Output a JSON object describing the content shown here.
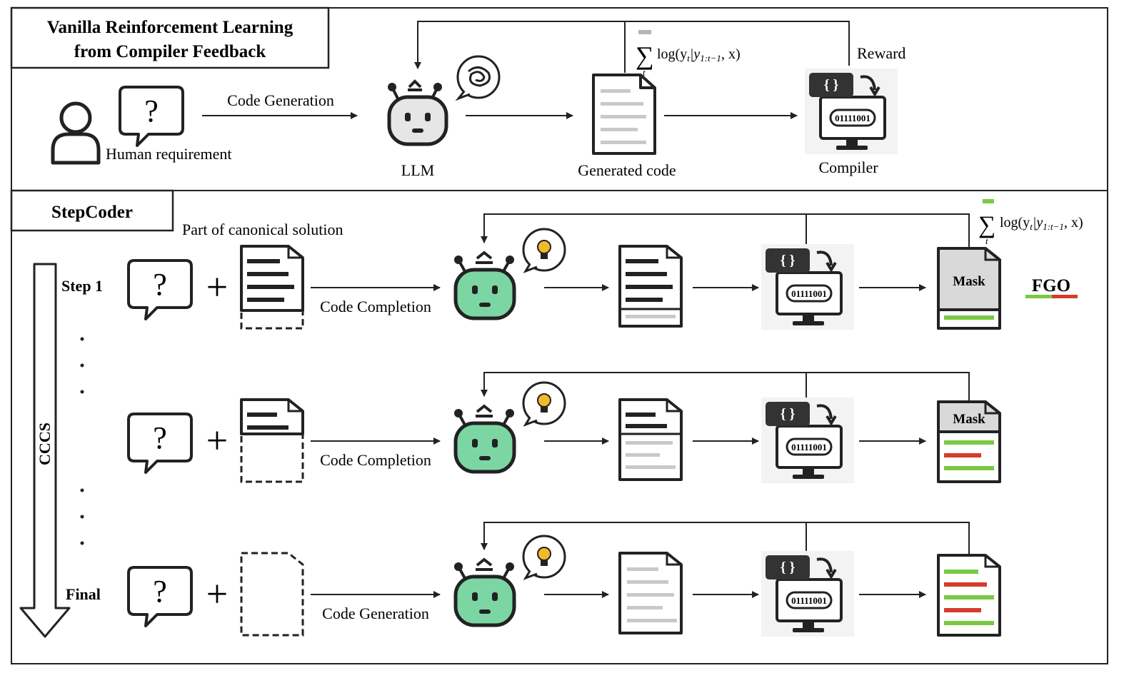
{
  "colors": {
    "stroke": "#222222",
    "robot_green": "#7bd6a3",
    "robot_gray": "#e6e6e6",
    "good_line": "#79c942",
    "bad_line": "#d63b2b",
    "gray_line": "#c9c9c9",
    "mask_fill": "#d9d9d9"
  },
  "top_panel": {
    "title_line1": "Vanilla Reinforcement Learning",
    "title_line2": "from Compiler Feedback",
    "human_label": "Human requirement",
    "arrow_label": "Code Generation",
    "llm_label": "LLM",
    "generated_label": "Generated code",
    "compiler_label": "Compiler",
    "reward_label": "Reward",
    "formula_main": "log(y",
    "formula_sub1": "t",
    "formula_bar": "|y",
    "formula_sub2": "1:t−1",
    "formula_end": ", x)",
    "sum_symbol": "∑",
    "sum_index": "t"
  },
  "bottom_panel": {
    "title": "StepCoder",
    "canonical_label": "Part of canonical solution",
    "cccs_label": "CCCS",
    "fgo_label": "FGO",
    "mask_label": "Mask",
    "binary_text": "01111001",
    "plus": "+",
    "question": "?",
    "braces": "{ }",
    "dots": "·",
    "rows": [
      {
        "step_label": "Step 1",
        "arrow_label": "Code Completion"
      },
      {
        "step_label": "",
        "arrow_label": "Code Completion"
      },
      {
        "step_label": "Final",
        "arrow_label": "Code Generation"
      }
    ]
  }
}
